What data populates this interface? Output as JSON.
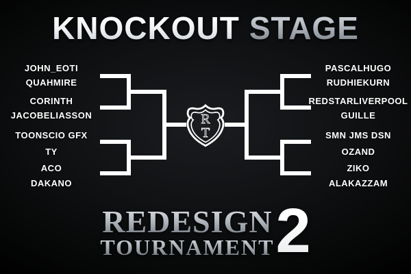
{
  "title": {
    "part1": "KNOCKOUT",
    "part2": "STAGE"
  },
  "bracket": {
    "left": [
      {
        "top": "JOHN_EOTI",
        "bottom": "QUAHMIRE"
      },
      {
        "top": "CORINTH",
        "bottom": "JACOBELIASSON"
      },
      {
        "top": "TOONSCIO GFX",
        "bottom": "TY"
      },
      {
        "top": "ACO",
        "bottom": "DAKANO"
      }
    ],
    "right": [
      {
        "top": "PASCALHUGO",
        "bottom": "RUDHIEKURN"
      },
      {
        "top": "REDSTARLIVERPOOL",
        "bottom": "GUILLE"
      },
      {
        "top": "SMN JMS DSN",
        "bottom": "OZAND"
      },
      {
        "top": "ZIKO",
        "bottom": "ALAKAZZAM"
      }
    ]
  },
  "crest": {
    "monogram_top": "R",
    "monogram_bottom": "T"
  },
  "footer": {
    "line1": "REDESIGN",
    "line2": "TOURNAMENT",
    "edition": "2"
  },
  "colors": {
    "background": "#0d0e10",
    "bracket_lines": "#ffffff",
    "player_text": "#ffffff",
    "silver_text": "#aab0b8",
    "white_text": "#f2f4f6"
  }
}
